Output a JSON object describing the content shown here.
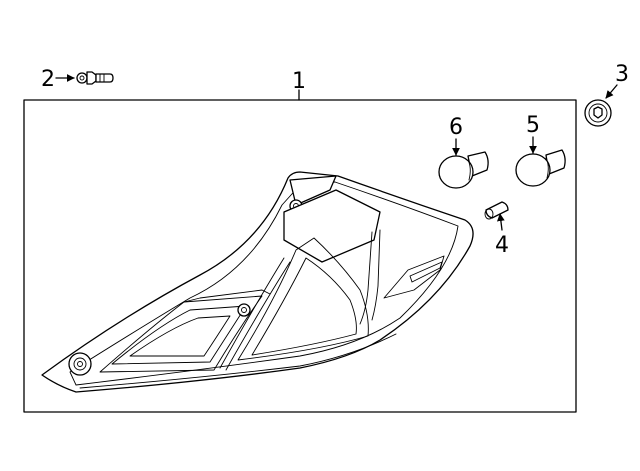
{
  "callouts": {
    "c1": "1",
    "c2": "2",
    "c3": "3",
    "c4": "4",
    "c5": "5",
    "c6": "6"
  },
  "colors": {
    "line": "#000000",
    "background": "#ffffff"
  }
}
